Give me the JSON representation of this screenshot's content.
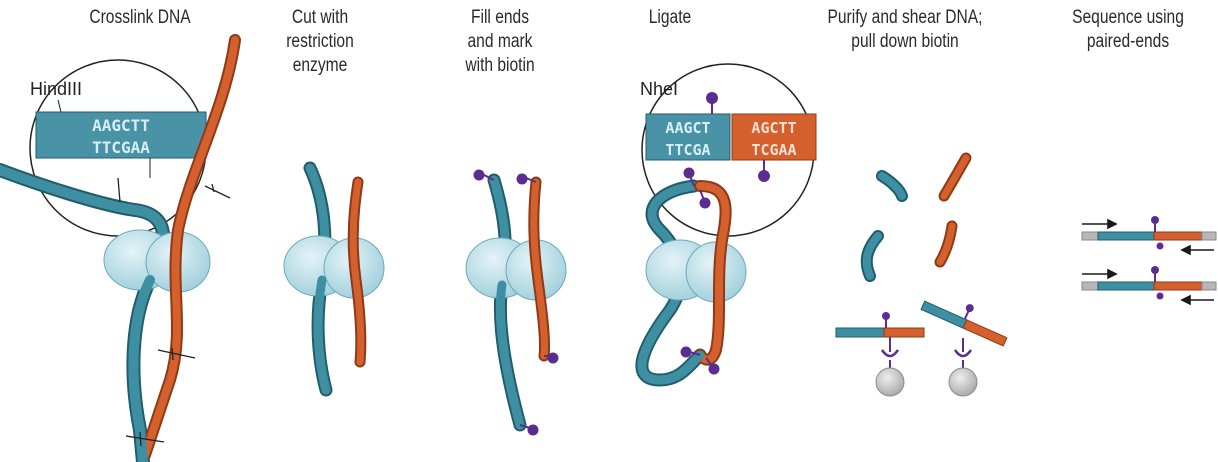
{
  "steps": [
    {
      "line1": "Crosslink DNA",
      "line2": "",
      "line3": ""
    },
    {
      "line1": "Cut with",
      "line2": "restriction",
      "line3": "enzyme"
    },
    {
      "line1": "Fill ends",
      "line2": "and mark",
      "line3": "with biotin"
    },
    {
      "line1": "Ligate",
      "line2": "",
      "line3": ""
    },
    {
      "line1": "Purify and shear DNA;",
      "line2": "pull down biotin",
      "line3": ""
    },
    {
      "line1": "Sequence using",
      "line2": "paired-ends",
      "line3": ""
    }
  ],
  "hindiii_inset": {
    "site_label": "HindIII",
    "top_seq": "AAGCTT",
    "bottom_seq": "TTCGAA"
  },
  "nhei_inset": {
    "site_label": "NheI",
    "left_top": "AAGCT",
    "left_bottom": "TTCGA",
    "right_top": "AGCTT",
    "right_bottom": "TCGAA"
  },
  "colors": {
    "teal": "#3a8a9a",
    "teal_light": "#a9d3df",
    "orange": "#d4602e",
    "purple": "#5c2d91",
    "protein": "#bfe1ea",
    "bead": "#c8c8c8",
    "grey_end": "#b7b7b7",
    "arrow": "#1a1a1a"
  }
}
